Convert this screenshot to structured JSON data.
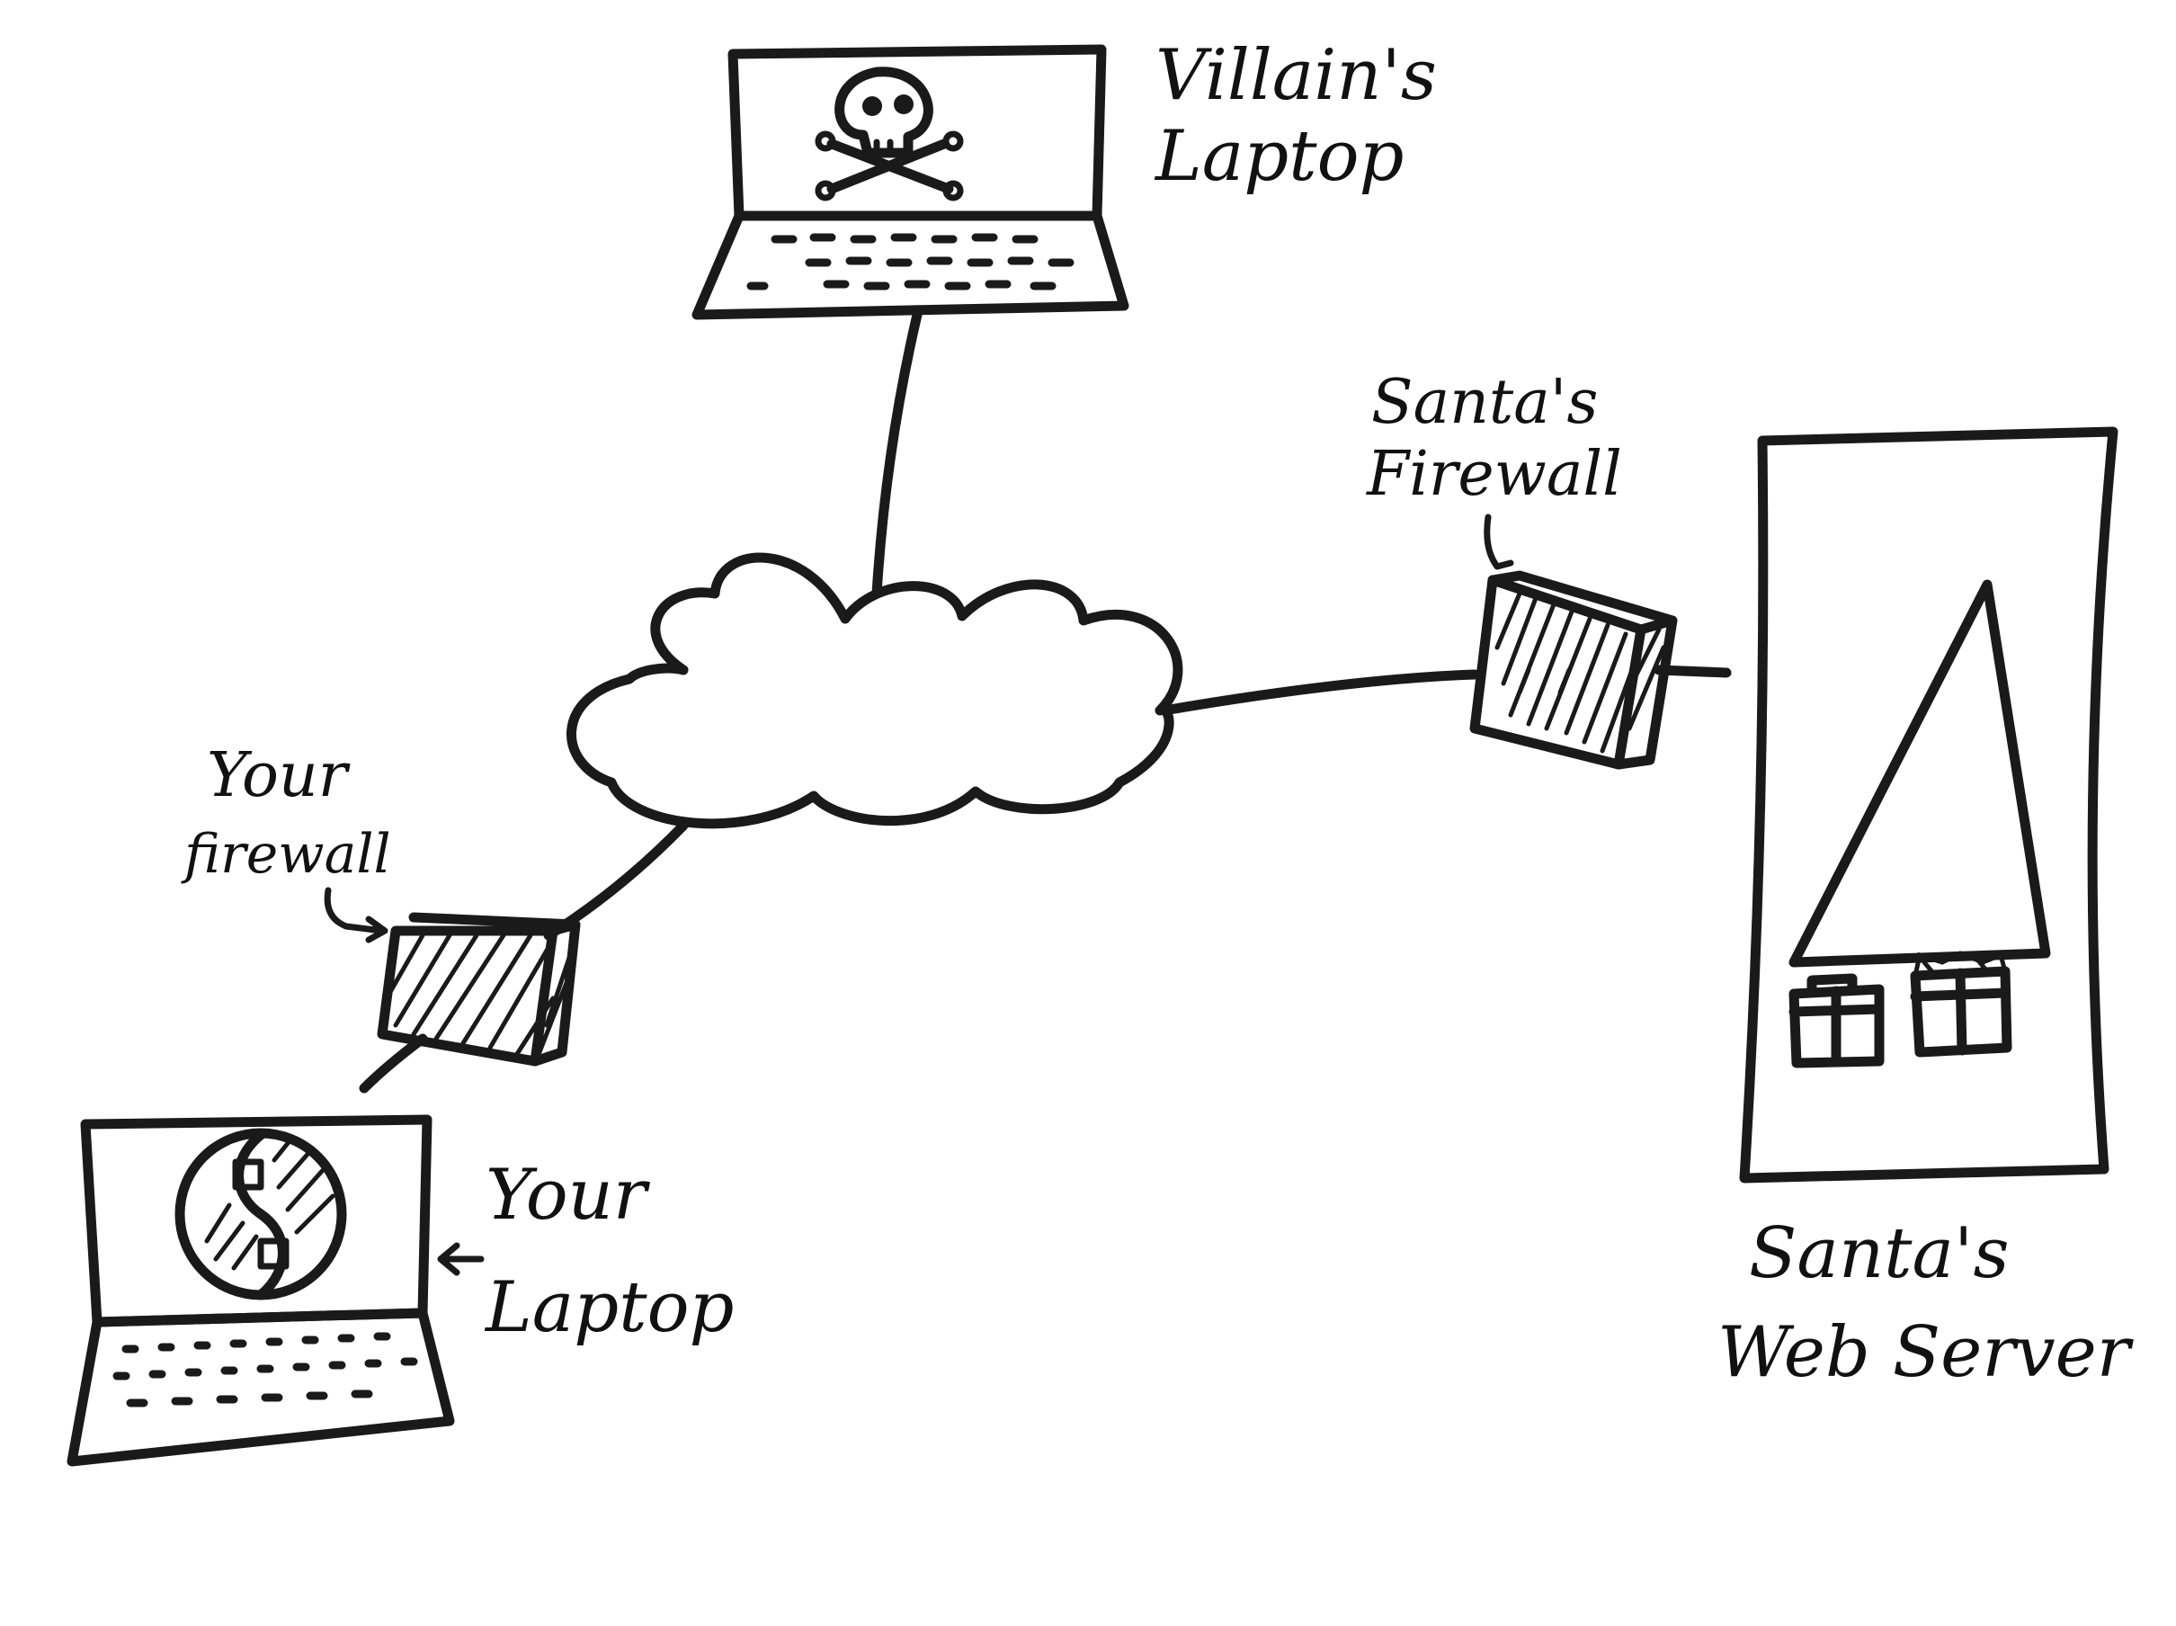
{
  "labels": {
    "villain_laptop": [
      "Villain's",
      "Laptop"
    ],
    "santa_firewall": [
      "Santa's",
      "Firewall"
    ],
    "your_firewall": [
      "Your",
      "firewall"
    ],
    "your_laptop": [
      "Your",
      "Laptop"
    ],
    "santa_server": [
      "Santa's",
      "Web Server"
    ]
  },
  "icons": {
    "villain_screen": "skull-crossbones-icon",
    "your_screen": "python-logo-icon",
    "server_content": "christmas-tree-presents-icon"
  },
  "style": {
    "ink": "#1a1a1a",
    "paper": "#ffffff"
  }
}
